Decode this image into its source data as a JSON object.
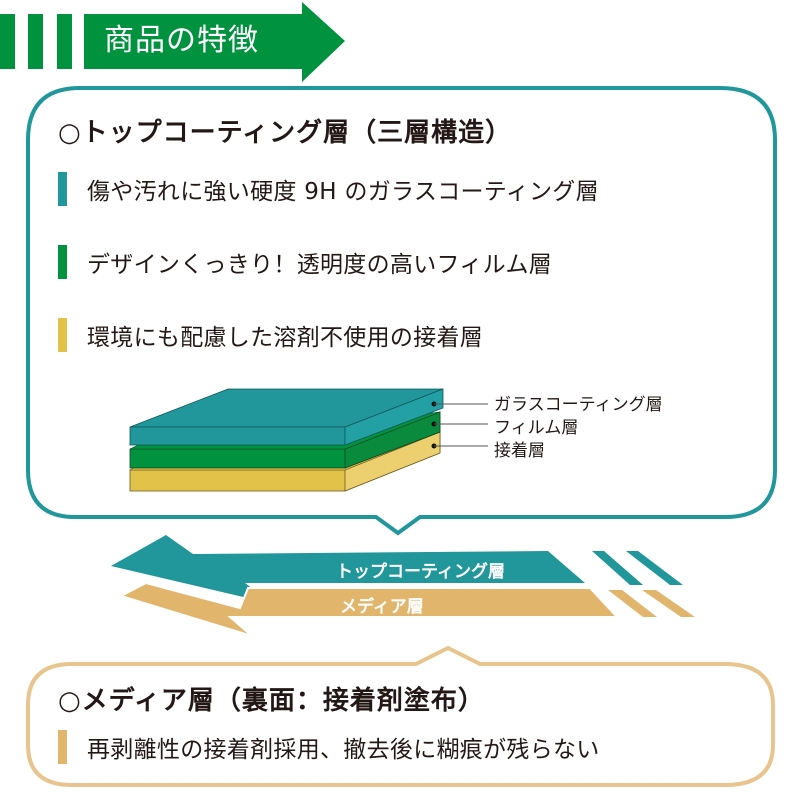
{
  "banner": {
    "title": "商品の特徴",
    "color": "#00923f"
  },
  "top_section": {
    "title": "○トップコーティング層（三層構造）",
    "border_color": "#21979b",
    "items": [
      {
        "text": "傷や汚れに強い硬度 9H のガラスコーティング層",
        "color": "#21979b"
      },
      {
        "text": "デザインくっきり！透明度の高いフィルム層",
        "color": "#00923f"
      },
      {
        "text": "環境にも配慮した溶剤不使用の接着層",
        "color": "#e3c24a"
      }
    ],
    "diagram": {
      "layers": [
        {
          "label": "ガラスコーティング層",
          "color": "#21979b"
        },
        {
          "label": "フィルム層",
          "color": "#00923f"
        },
        {
          "label": "接着層",
          "color": "#e3c24a"
        }
      ]
    }
  },
  "arrows": [
    {
      "label": "トップコーティング層",
      "color": "#21979b"
    },
    {
      "label": "メディア層",
      "color": "#e2b56c"
    }
  ],
  "bottom_section": {
    "title": "○メディア層（裏面：接着剤塗布）",
    "border_color": "#e8c48e",
    "items": [
      {
        "text": "再剥離性の接着剤採用、撤去後に糊痕が残らない",
        "color": "#e2b56c"
      }
    ]
  }
}
